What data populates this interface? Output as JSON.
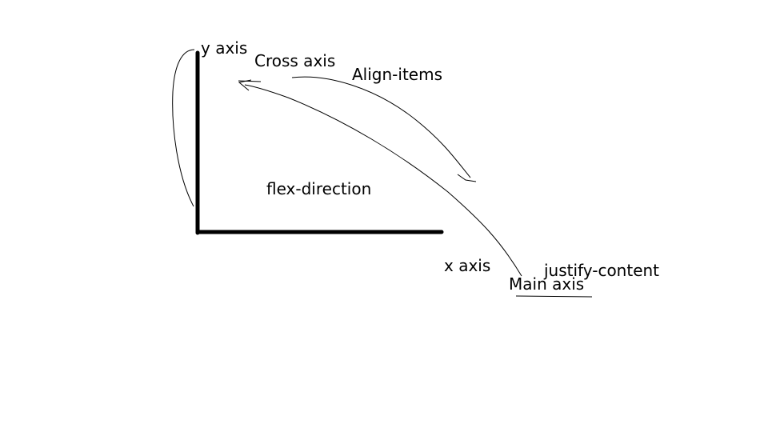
{
  "labels": {
    "y_axis": "y axis",
    "cross_axis": "Cross axis",
    "align_items": "Align-items",
    "flex_direction": "flex-direction",
    "x_axis": "x axis",
    "justify_content": "justify-content",
    "main_axis": "Main axis"
  },
  "colors": {
    "background": "#ffffff",
    "ink": "#000000"
  }
}
